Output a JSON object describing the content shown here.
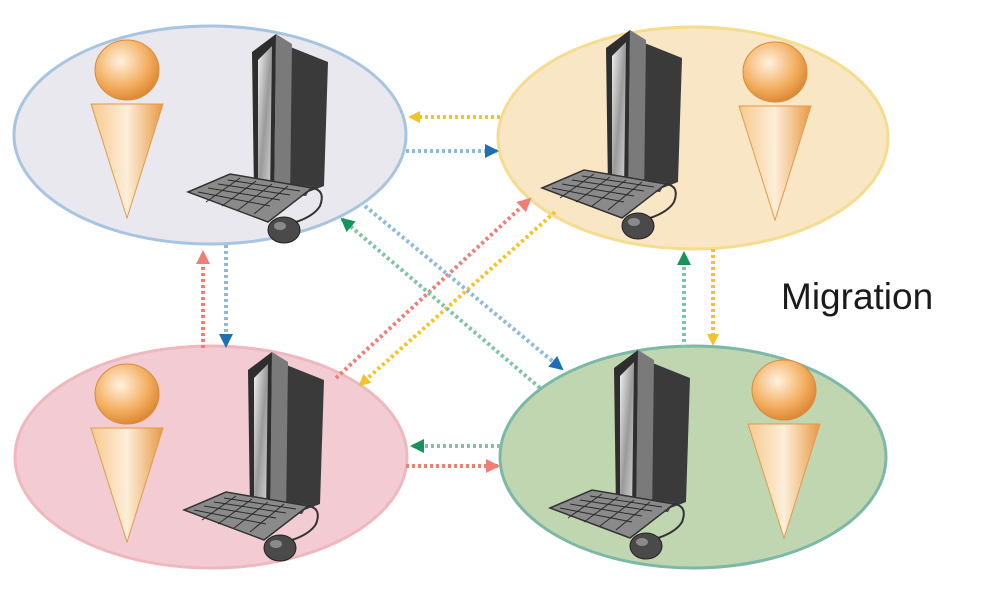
{
  "diagram": {
    "label": "Migration",
    "nodes": [
      {
        "id": "top-left",
        "fill": "#e8e8ee",
        "stroke": "#a7c5e0"
      },
      {
        "id": "top-right",
        "fill": "#f9e6c4",
        "stroke": "#f5dc8e"
      },
      {
        "id": "bottom-left",
        "fill": "#f2ccd2",
        "stroke": "#efb8bf"
      },
      {
        "id": "bottom-right",
        "fill": "#bfd6b1",
        "stroke": "#7cb8a6"
      }
    ],
    "arrow_colors": {
      "yellow": "#f2c42a",
      "blue": "#5b9fd6",
      "red": "#ee7f76",
      "green": "#7fc3a6"
    },
    "icons": [
      "person-icon",
      "computer-icon"
    ]
  }
}
